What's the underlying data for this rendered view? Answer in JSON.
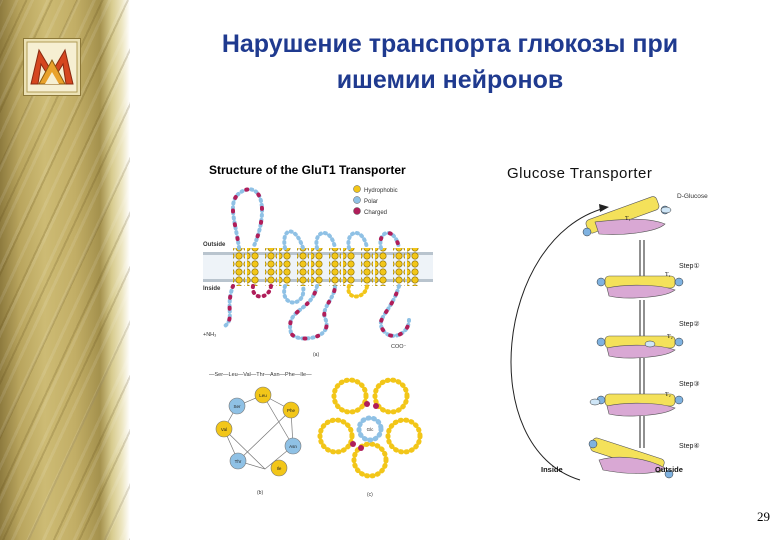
{
  "slide": {
    "title_line1": "Нарушение транспорта глюкозы при",
    "title_line2": "ишемии нейронов",
    "page_number": "29"
  },
  "left_figure": {
    "title": "Structure of the GluT1 Transporter",
    "legend": [
      "Hydrophobic",
      "Polar",
      "Charged"
    ],
    "outside_label": "Outside",
    "inside_label": "Inside",
    "n_term": "+NH₃",
    "c_term": "COO⁻",
    "panel_a": "(a)",
    "sequence": "—Ser—Leu—Val—Thr—Asn—Phe—Ile—",
    "helix_residues": [
      "Leu",
      "Phe",
      "Asn",
      "Ile",
      "Thr",
      "Val",
      "Ser"
    ],
    "panel_b": "(b)",
    "panel_c": "(c)",
    "pore_label": "Glc"
  },
  "right_figure": {
    "title": "Glucose Transporter",
    "glucose_label": "D-Glucose",
    "t1": "T₁",
    "t2": "T₂",
    "steps": [
      "Step①",
      "Step②",
      "Step③",
      "Step④"
    ],
    "inside_label": "Inside",
    "outside_label": "Outside"
  },
  "colors": {
    "title": "#1f3a8f",
    "hydrophobic": "#f2c619",
    "polar": "#8fc1e5",
    "charged": "#b01e5a",
    "membrane": "#ffffff",
    "transporter": "#d9a8d4",
    "sidebar_gold": "#c2ae66"
  }
}
